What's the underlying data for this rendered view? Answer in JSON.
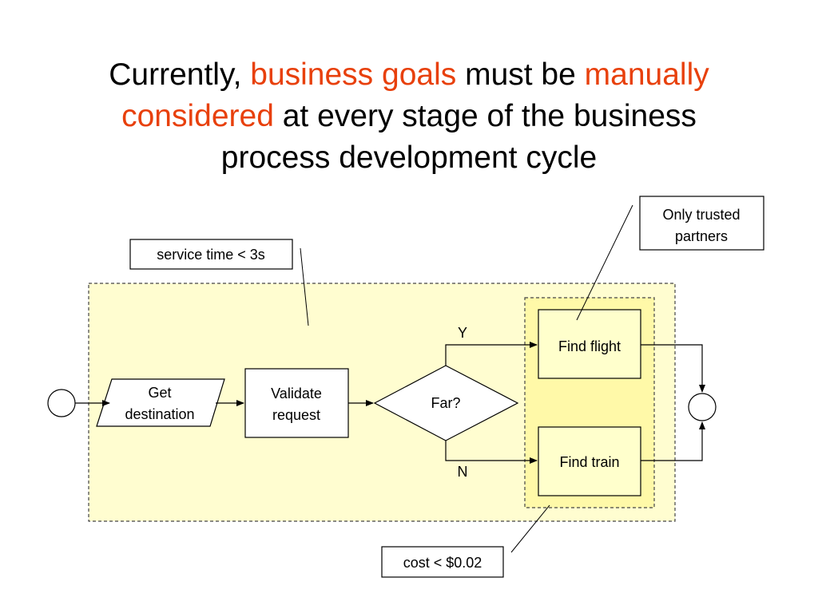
{
  "title": {
    "part1": "Currently, ",
    "part2": "business goals",
    "part3": " must be ",
    "part4": "manually",
    "part5": "considered",
    "part6": " at every stage of the business",
    "part7": "process development cycle"
  },
  "colors": {
    "highlight": "#e8400c",
    "outer_region_fill": "#fffdd0",
    "inner_region_fill": "#fff9a8",
    "task_fill": "#ffffcc"
  },
  "callouts": {
    "service_time": "service time < 3s",
    "trusted_line1": "Only trusted",
    "trusted_line2": "partners",
    "cost": "cost <  $0.02"
  },
  "nodes": {
    "get_destination_line1": "Get",
    "get_destination_line2": "destination",
    "validate_line1": "Validate",
    "validate_line2": "request",
    "decision": "Far?",
    "find_flight": "Find flight",
    "find_train": "Find train"
  },
  "edges": {
    "yes": "Y",
    "no": "N"
  }
}
